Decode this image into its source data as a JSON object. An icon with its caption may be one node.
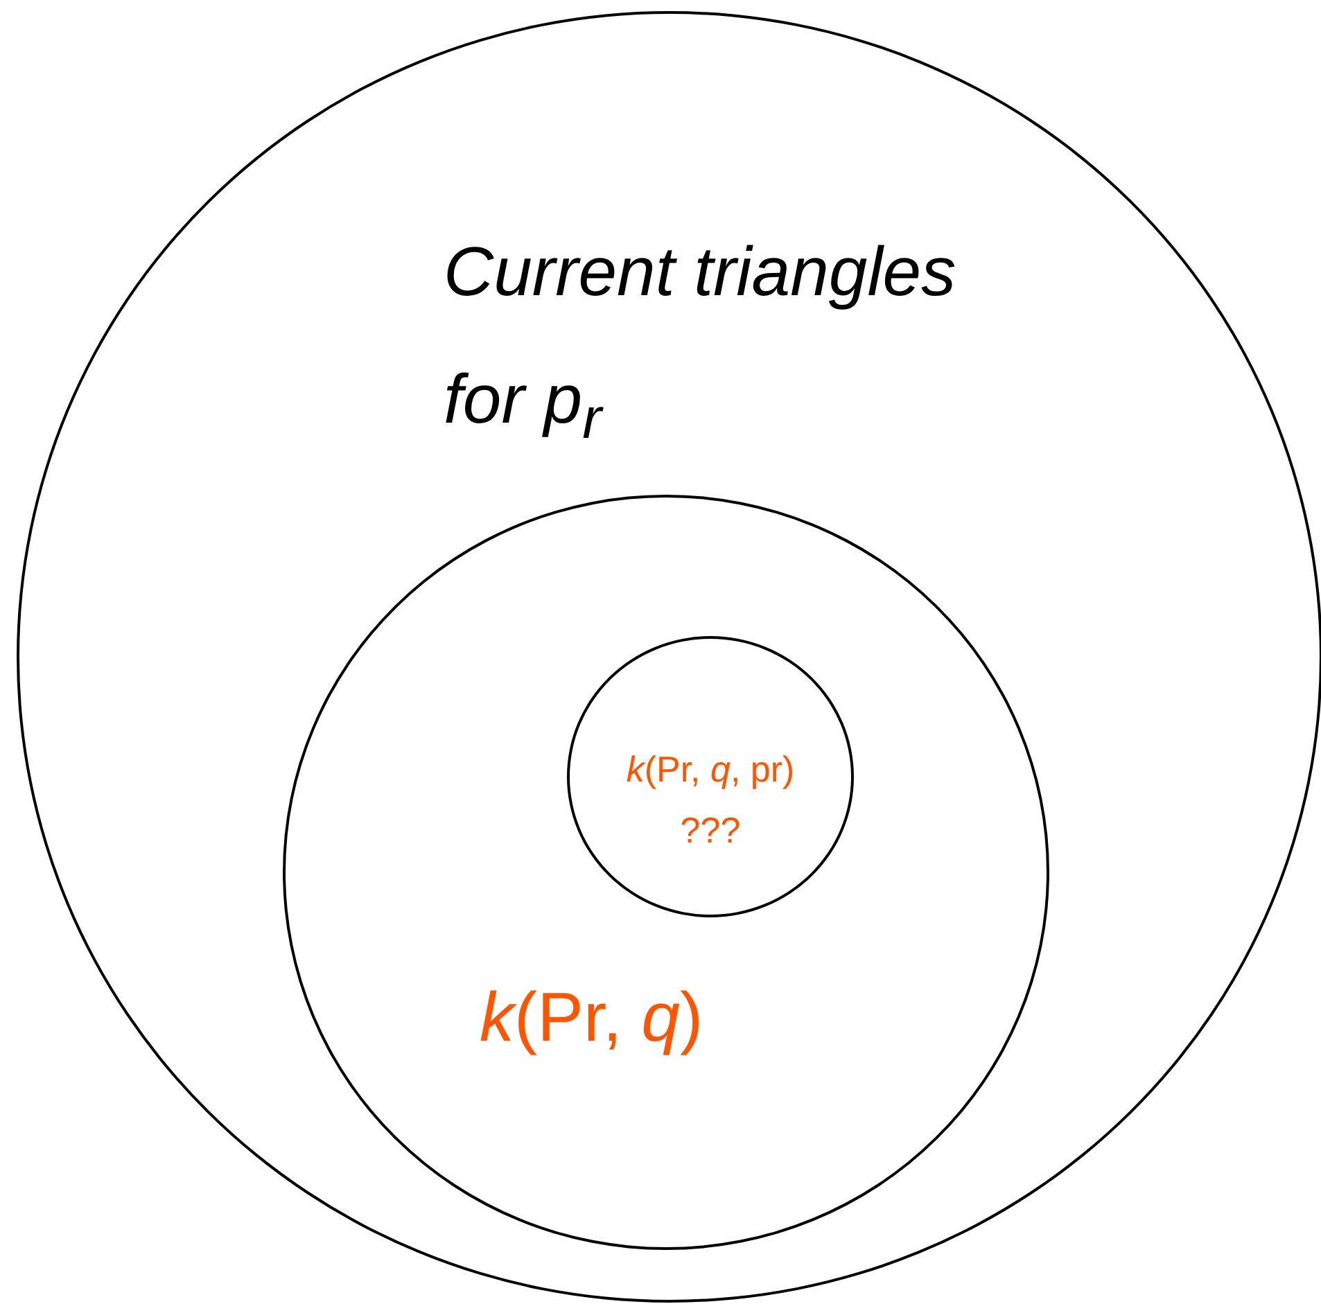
{
  "diagram": {
    "nodes": [
      {
        "text": [
          "Current triangles for p$_{r}$"
        ]
      },
      {
        "text": [
          "*k*(Pr, *q*)"
        ],
        "in": 0
      },
      {
        "text": [
          "*k*(Pr, *q*, pr)",
          "???"
        ],
        "in": 1
      }
    ]
  }
}
